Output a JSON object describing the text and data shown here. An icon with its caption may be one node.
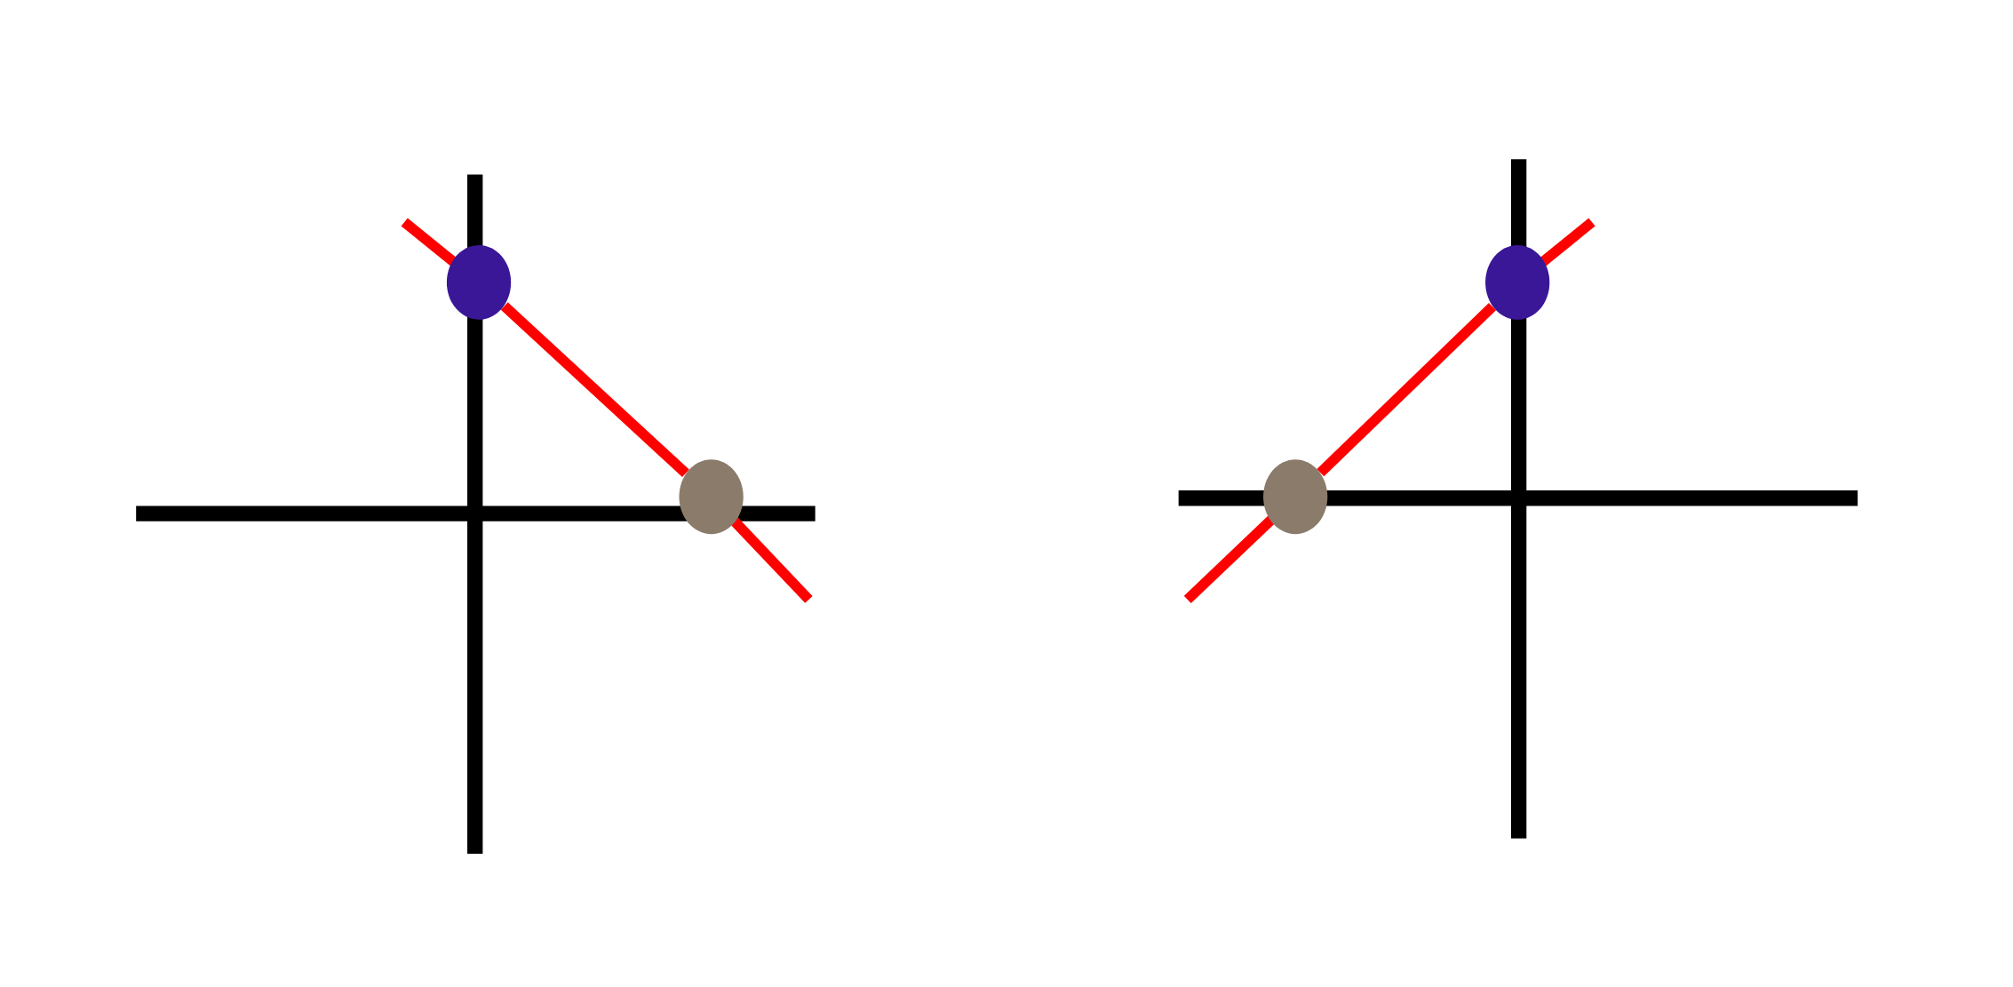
{
  "diagram": {
    "nodes": [
      {
        "text": [],
        "shape": "circle"
      },
      {
        "text": [],
        "shape": "circle"
      },
      {
        "text": [],
        "shape": "circle"
      },
      {
        "text": [],
        "shape": "circle"
      }
    ],
    "edges": [
      {
        "from": 0,
        "to": 1,
        "arrow": "none"
      },
      {
        "from": 2,
        "to": 3,
        "arrow": "none"
      }
    ]
  }
}
